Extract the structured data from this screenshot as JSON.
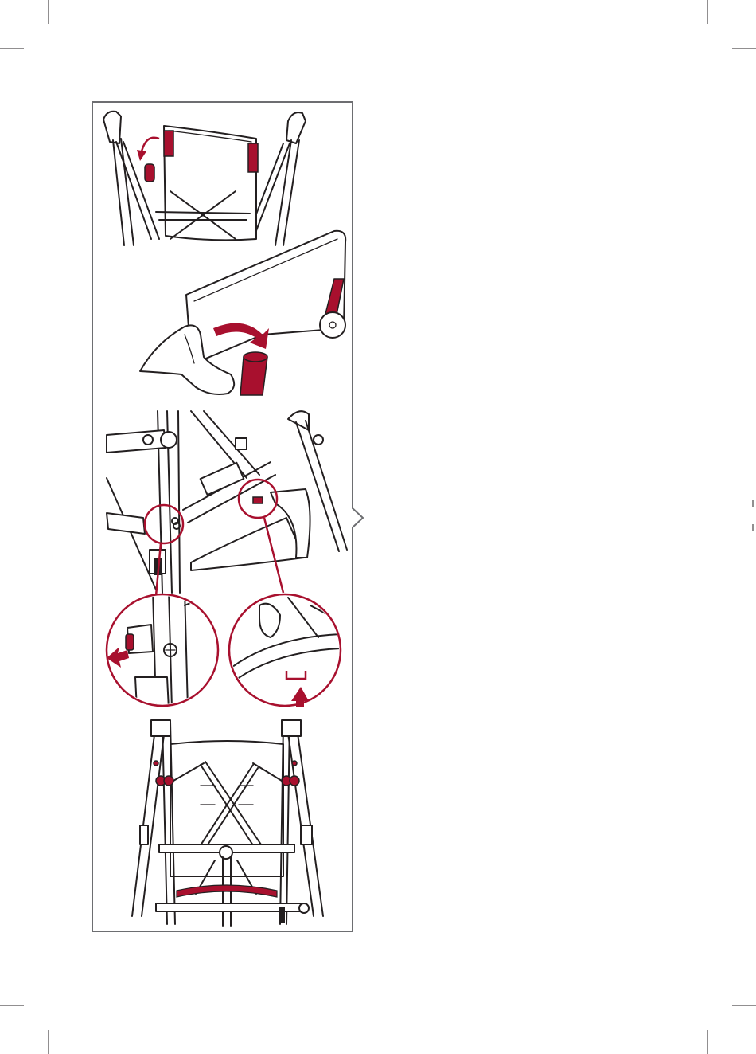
{
  "page": {
    "background": "#ffffff"
  },
  "colors": {
    "accent": "#a8102e",
    "line": "#231f20",
    "frame": "#6d6e71"
  },
  "figures": [
    {
      "name": "seat-fabric-attach",
      "icon": "curved-arrow-icon"
    },
    {
      "name": "sleeve-over-tube",
      "icon": "curved-arrow-icon"
    },
    {
      "name": "seat-clip-details",
      "icon": "push-arrow-icon"
    },
    {
      "name": "frame-underside",
      "icon": "strap-icon"
    }
  ]
}
